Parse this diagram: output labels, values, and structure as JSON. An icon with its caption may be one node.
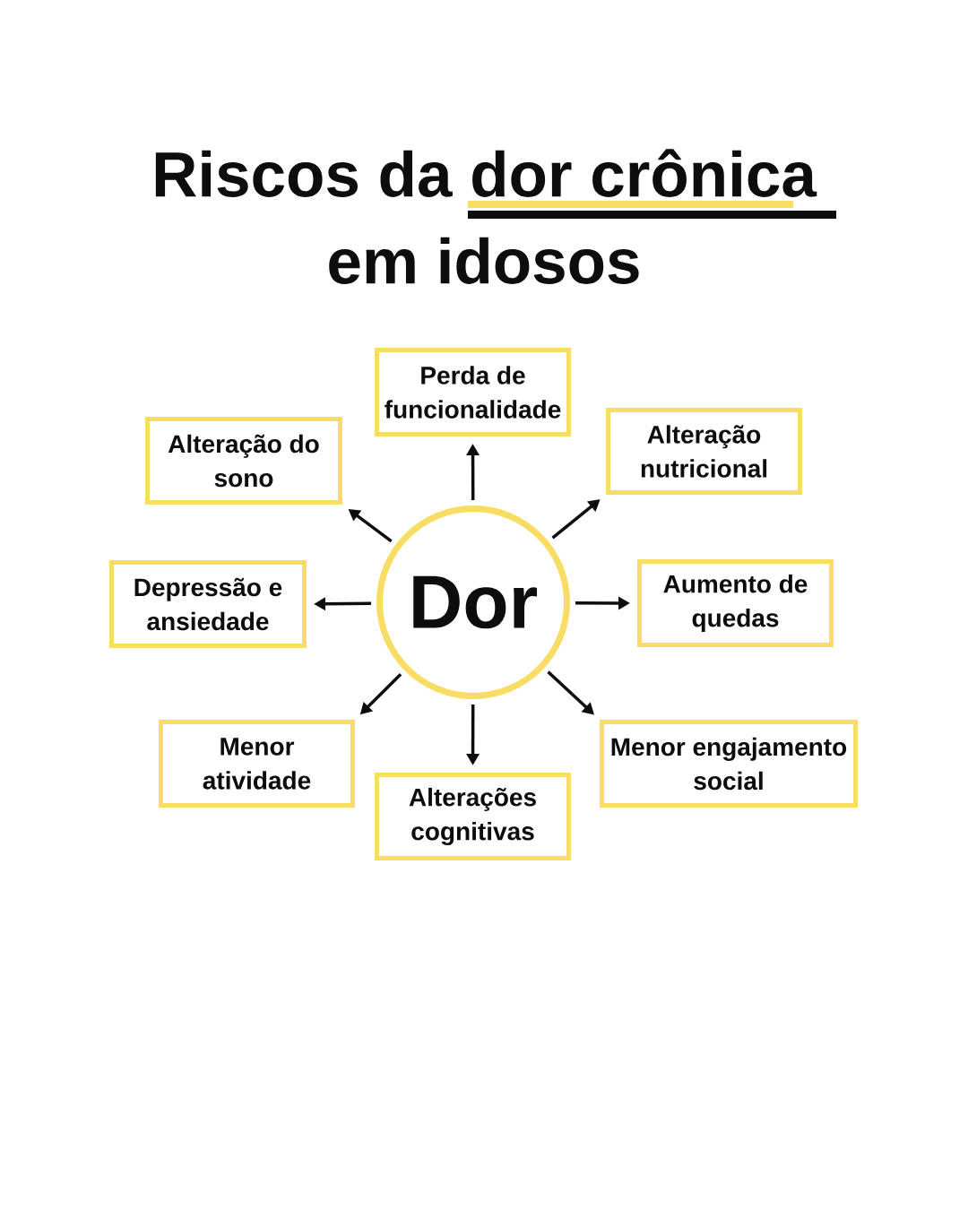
{
  "diagram": {
    "title": "Riscos da dor crônica em idosos",
    "nodes": [
      {
        "text": [
          "Perda de funcionalidade"
        ]
      },
      {
        "text": [
          "Alteração do sono"
        ]
      },
      {
        "text": [
          "Alteração nutricional"
        ]
      },
      {
        "text": [
          "Depressão e ansiedade"
        ]
      },
      {
        "text": [
          "Dor"
        ]
      },
      {
        "text": [
          "Aumento de quedas"
        ]
      },
      {
        "text": [
          "Menor atividade"
        ]
      },
      {
        "text": [
          "Alterações cognitivas"
        ]
      },
      {
        "text": [
          "Menor engajamento social"
        ]
      }
    ],
    "edges": [
      {
        "from": 4,
        "to": 0,
        "arrow": "to"
      },
      {
        "from": 4,
        "to": 1,
        "arrow": "to"
      },
      {
        "from": 4,
        "to": 2,
        "arrow": "to"
      },
      {
        "from": 4,
        "to": 3,
        "arrow": "to"
      },
      {
        "from": 4,
        "to": 5,
        "arrow": "to"
      },
      {
        "from": 4,
        "to": 6,
        "arrow": "to"
      },
      {
        "from": 4,
        "to": 7,
        "arrow": "to"
      },
      {
        "from": 4,
        "to": 8,
        "arrow": "to"
      }
    ]
  }
}
